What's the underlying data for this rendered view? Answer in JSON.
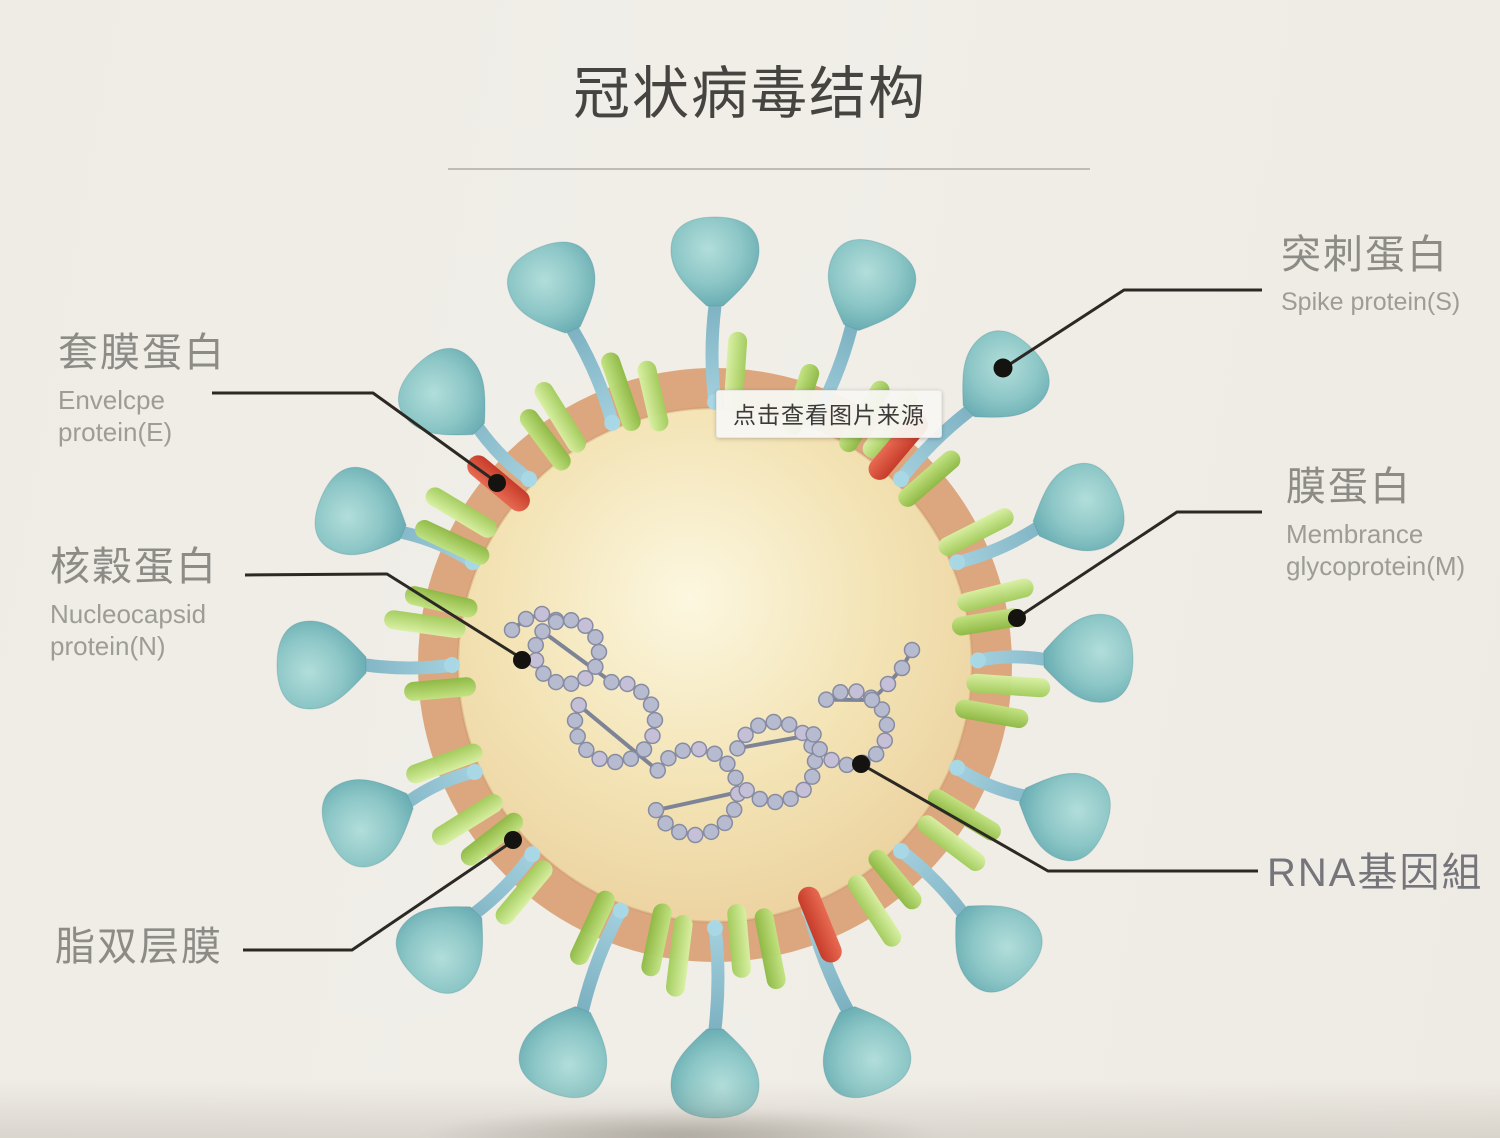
{
  "title": "冠状病毒结构",
  "badge": {
    "label": "点击查看图片来源"
  },
  "labels": {
    "spike": {
      "zh": "突刺蛋白",
      "en": "Spike protein(S)"
    },
    "envelope": {
      "zh": "套膜蛋白",
      "en_line1": "Envelcpe",
      "en_line2": "protein(E)"
    },
    "nucleocapsid": {
      "zh": "核穀蛋白",
      "en_line1": "Nucleocapsid",
      "en_line2": "protein(N)"
    },
    "lipid_bilayer": {
      "zh": "脂双层膜"
    },
    "membrane": {
      "zh": "膜蛋白",
      "en_line1": "Membrance",
      "en_line2": "glycoprotein(M)"
    },
    "rna": {
      "zh": "RNA基因組"
    }
  },
  "colors": {
    "body_center": "#fcf7e0",
    "body_mid": "#f3e3b4",
    "body_edge": "#ecd2a0",
    "rim": "#dca77e",
    "rim_inner_edge": "#c98f63",
    "stem_light": "#a8d3e1",
    "stem_dark": "#649fb0",
    "head_light": "#b2dedb",
    "head_mid": "#8cc6c6",
    "head_dark": "#58a1aa",
    "head_outline": "#4b8e98",
    "base_dot": "#a9d8e6",
    "green_light": "#d8f0a2",
    "green_dark": "#a2cc5c",
    "green2_light": "#c2e381",
    "green2_dark": "#8db944",
    "red_light": "#e86a52",
    "red_dark": "#c63c2a",
    "bead_fill": "#b7bbd0",
    "bead_alt": "#c5c0d8",
    "bead_stroke": "#878ca2",
    "link": "#7e8498",
    "leader": "#2c2925",
    "dot": "#15130f"
  }
}
